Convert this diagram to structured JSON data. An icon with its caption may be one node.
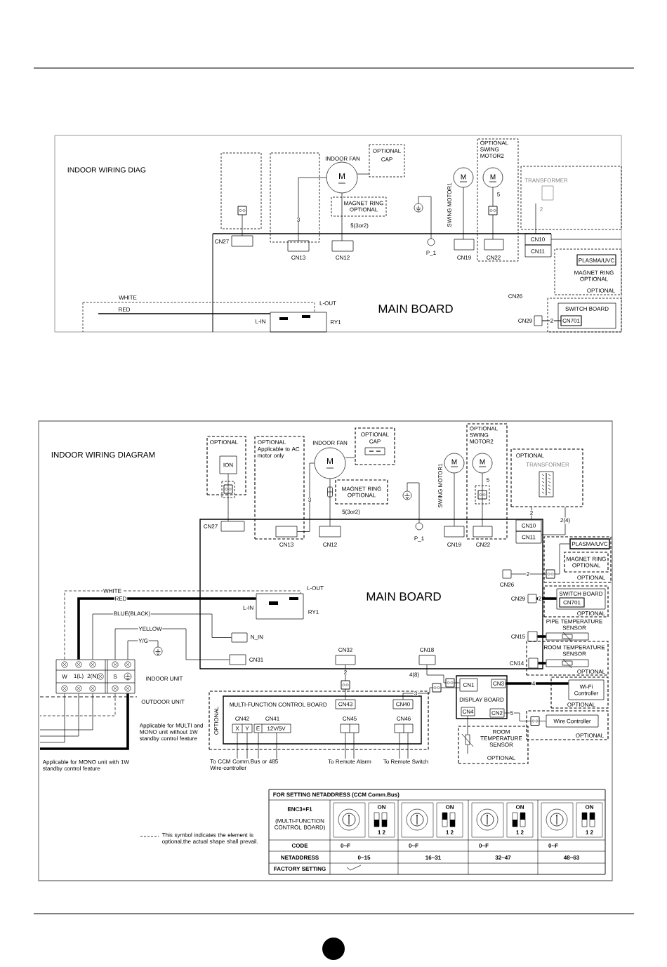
{
  "diagram": {
    "title": "INDOOR WIRING DIAGRAM",
    "nodes": [
      {
        "text": [
          "MAIN BOARD"
        ]
      },
      {
        "text": [
          "OPTIONAL"
        ]
      },
      {
        "text": [
          "ION"
        ],
        "in": 1
      },
      {
        "text": [
          "OPTIONAL",
          "Applicable to AC motor only"
        ]
      },
      {
        "text": [
          "INDOOR FAN",
          "M"
        ]
      },
      {
        "text": [
          "OPTIONAL",
          "CAP"
        ]
      },
      {
        "text": [
          "MAGNET RING OPTIONAL"
        ]
      },
      {
        "text": [],
        "shape": "circle"
      },
      {
        "text": [
          "P_1"
        ],
        "in": 0
      },
      {
        "text": [
          "SWING MOTOR1",
          "M"
        ]
      },
      {
        "text": [
          "OPTIONAL SWING MOTOR2"
        ]
      },
      {
        "text": [
          "M"
        ],
        "in": 10
      },
      {
        "text": [
          "OPTIONAL",
          "TRANSFORMER"
        ]
      },
      {
        "text": [
          "CN27"
        ],
        "in": 0
      },
      {
        "text": [
          "CN13"
        ]
      },
      {
        "text": [
          "CN12"
        ],
        "in": 0
      },
      {
        "text": [
          "CN19"
        ],
        "in": 0
      },
      {
        "text": [
          "CN22"
        ]
      },
      {
        "text": [
          "CN10"
        ],
        "in": 0
      },
      {
        "text": [
          "CN11"
        ],
        "in": 0
      },
      {
        "text": [
          "OPTIONAL"
        ]
      },
      {
        "text": [
          "PLASMA/UVC"
        ],
        "in": 20
      },
      {
        "text": [
          "MAGNET RING OPTIONAL"
        ],
        "in": 20
      },
      {
        "text": [
          "CN26"
        ],
        "in": 0
      },
      {
        "text": [
          "OPTIONAL"
        ]
      },
      {
        "text": [
          "SWITCH BOARD",
          "CN701"
        ],
        "in": 24
      },
      {
        "text": [
          "CN29"
        ],
        "in": 0
      },
      {
        "text": [
          "CN15"
        ],
        "in": 0
      },
      {
        "text": [
          "PIPE TEMPERATURE SENSOR"
        ]
      },
      {
        "text": [
          "OPTIONAL"
        ]
      },
      {
        "text": [
          "CN14"
        ]
      },
      {
        "text": [
          "ROOM TEMPERATURE SENSOR"
        ],
        "in": 29
      },
      {
        "text": [
          "W",
          "1(L)",
          "2(N)",
          "S"
        ],
        "beside": [
          "INDOOR UNIT"
        ]
      },
      {
        "text": [],
        "shape": "circle"
      },
      {
        "text": [
          "L-OUT",
          "L-IN",
          "RY1"
        ],
        "in": 0
      },
      {
        "text": [
          "N_IN"
        ],
        "in": 0
      },
      {
        "text": [
          "CN31"
        ],
        "in": 0
      },
      {
        "text": [
          "CN32"
        ],
        "in": 0
      },
      {
        "text": [
          "CN18"
        ],
        "in": 0
      },
      {
        "text": [
          "OPTIONAL"
        ]
      },
      {
        "text": [
          "MULTI-FUNCTION CONTROL BOARD"
        ],
        "in": 39
      },
      {
        "text": [
          "CN43"
        ],
        "in": 40
      },
      {
        "text": [
          "CN40"
        ],
        "in": 40
      },
      {
        "text": [
          "CN42",
          "X",
          "Y"
        ],
        "in": 40
      },
      {
        "text": [
          "CN41",
          "E",
          "12V/5V"
        ],
        "in": 40
      },
      {
        "text": [
          "CN45"
        ],
        "in": 40
      },
      {
        "text": [
          "CN46"
        ],
        "in": 40
      },
      {
        "text": [
          "To CCM Comm.Bus or 485 Wire-controller"
        ]
      },
      {
        "text": [
          "To Remote Alarm"
        ]
      },
      {
        "text": [
          "To Remote Switch"
        ]
      },
      {
        "text": [
          "DISPLAY BOARD"
        ]
      },
      {
        "text": [
          "CN1"
        ],
        "in": 50
      },
      {
        "text": [
          "CN3"
        ],
        "in": 50
      },
      {
        "text": [
          "CN4"
        ],
        "in": 50
      },
      {
        "text": [
          "CN2"
        ],
        "in": 50
      },
      {
        "text": [
          "OPTIONAL"
        ]
      },
      {
        "text": [
          "Wi-Fi Controller"
        ],
        "in": 55
      },
      {
        "text": [
          "OPTIONAL"
        ]
      },
      {
        "text": [
          "Wire Controller"
        ],
        "in": 57
      },
      {
        "text": [
          "ROOM TEMPERATURE SENSOR",
          "OPTIONAL"
        ]
      }
    ],
    "edges": [
      {
        "from": 32,
        "to": 34,
        "arrow": "none",
        "label": "WHITE",
        "style": "dashed"
      },
      {
        "from": 32,
        "to": 34,
        "arrow": "none",
        "label": "RED",
        "style": "thick"
      },
      {
        "from": 32,
        "to": 35,
        "arrow": "none",
        "label": "BLUE(BLACK)"
      },
      {
        "from": 32,
        "to": 36,
        "arrow": "none",
        "label": "YELLOW"
      },
      {
        "from": 32,
        "to": 33,
        "arrow": "none",
        "label": "Y/G"
      },
      {
        "from": 32,
        "to": null,
        "arrow": "none"
      },
      {
        "from": 32,
        "to": null,
        "arrow": "none"
      },
      {
        "from": 32,
        "to": null,
        "arrow": "none"
      },
      {
        "from": 32,
        "to": null,
        "arrow": "none",
        "style": "dashed"
      },
      {
        "from": 32,
        "to": null,
        "arrow": "none",
        "style": "thick"
      },
      {
        "from": 2,
        "to": 13,
        "arrow": "none"
      },
      {
        "from": 4,
        "to": 14,
        "arrow": "none",
        "label": "3"
      },
      {
        "from": 4,
        "to": 15,
        "arrow": "none",
        "label": "5(3or2)"
      },
      {
        "from": 4,
        "to": 5,
        "arrow": "none"
      },
      {
        "from": 7,
        "to": 8,
        "arrow": "none"
      },
      {
        "from": 9,
        "to": 16,
        "arrow": "none"
      },
      {
        "from": 11,
        "to": 17,
        "arrow": "none",
        "label": "5"
      },
      {
        "from": 12,
        "to": 18,
        "arrow": "none",
        "label": "2"
      },
      {
        "from": 12,
        "to": 19,
        "arrow": "none",
        "label": "2(4)"
      },
      {
        "from": 23,
        "to": 21,
        "arrow": "none",
        "label": "2"
      },
      {
        "from": 26,
        "to": 25,
        "arrow": "none",
        "label": "2",
        "style": "thick"
      },
      {
        "from": 27,
        "to": 28,
        "arrow": "none",
        "style": "thick"
      },
      {
        "from": 30,
        "to": 31,
        "arrow": "none",
        "style": "thick"
      },
      {
        "from": 37,
        "to": 41,
        "arrow": "none",
        "label": "2"
      },
      {
        "from": 38,
        "to": 51,
        "arrow": "none",
        "label": "4(8)"
      },
      {
        "from": 42,
        "to": 51,
        "arrow": "none",
        "label": "3"
      },
      {
        "from": 52,
        "to": 56,
        "arrow": "none",
        "label": "4",
        "style": "thick"
      },
      {
        "from": 54,
        "to": 58,
        "arrow": "none",
        "label": "5"
      },
      {
        "from": 53,
        "to": 59,
        "arrow": "none"
      },
      {
        "from": 43,
        "to": 47,
        "arrow": "none"
      },
      {
        "from": 43,
        "to": 47,
        "arrow": "none"
      },
      {
        "from": 44,
        "to": 47,
        "arrow": "none"
      },
      {
        "from": 44,
        "to": 47,
        "arrow": "none"
      },
      {
        "from": 45,
        "to": 48,
        "arrow": "none"
      },
      {
        "from": 45,
        "to": 48,
        "arrow": "none"
      },
      {
        "from": 46,
        "to": 49,
        "arrow": "none"
      },
      {
        "from": 46,
        "to": 49,
        "arrow": "none"
      }
    ],
    "labels": [
      "INDOOR WIRING DIAG",
      "INDOOR FAN",
      "OPTIONAL",
      "CAP",
      "M",
      "OPTIONAL SWING MOTOR2",
      "SWING MOTOR1",
      "M",
      "M",
      "TRANSFORMER",
      "MAGNET RING OPTIONAL",
      "5",
      "3",
      "5(3or2)",
      "2",
      "CN27",
      "CN13",
      "CN12",
      "P_1",
      "CN19",
      "CN22",
      "CN10",
      "CN11",
      "PLASMA/UVC",
      "MAGNET RING OPTIONAL",
      "OPTIONAL",
      "WHITE",
      "CN26",
      "L-OUT",
      "RED",
      "MAIN BOARD",
      "SWITCH BOARD",
      "L-IN",
      "RY1",
      "CN29",
      "2",
      "CN701",
      "OUTDOOR UNIT",
      "Applicable for MULTI and MONO unit without 1W standby control feature",
      "Applicable for MONO unit with 1W standby control feature",
      "FOR SETTING NETADDRESS (CCM Comm.Bus)",
      "ENC3+F1",
      "(MULTI-FUNCTION CONTROL BOARD)",
      "ON",
      "1 2",
      "ON",
      "1 2",
      "ON",
      "1 2",
      "ON",
      "1 2",
      "CODE",
      "0~F",
      "0~F",
      "0~F",
      "0~F",
      "NETADDRESS",
      "0~15",
      "16~31",
      "32~47",
      "48~63",
      "FACTORY SETTING"
    ],
    "legend": [
      {
        "text": "This symbol indicates the element is optional,the actual shape shall prevail."
      }
    ]
  }
}
